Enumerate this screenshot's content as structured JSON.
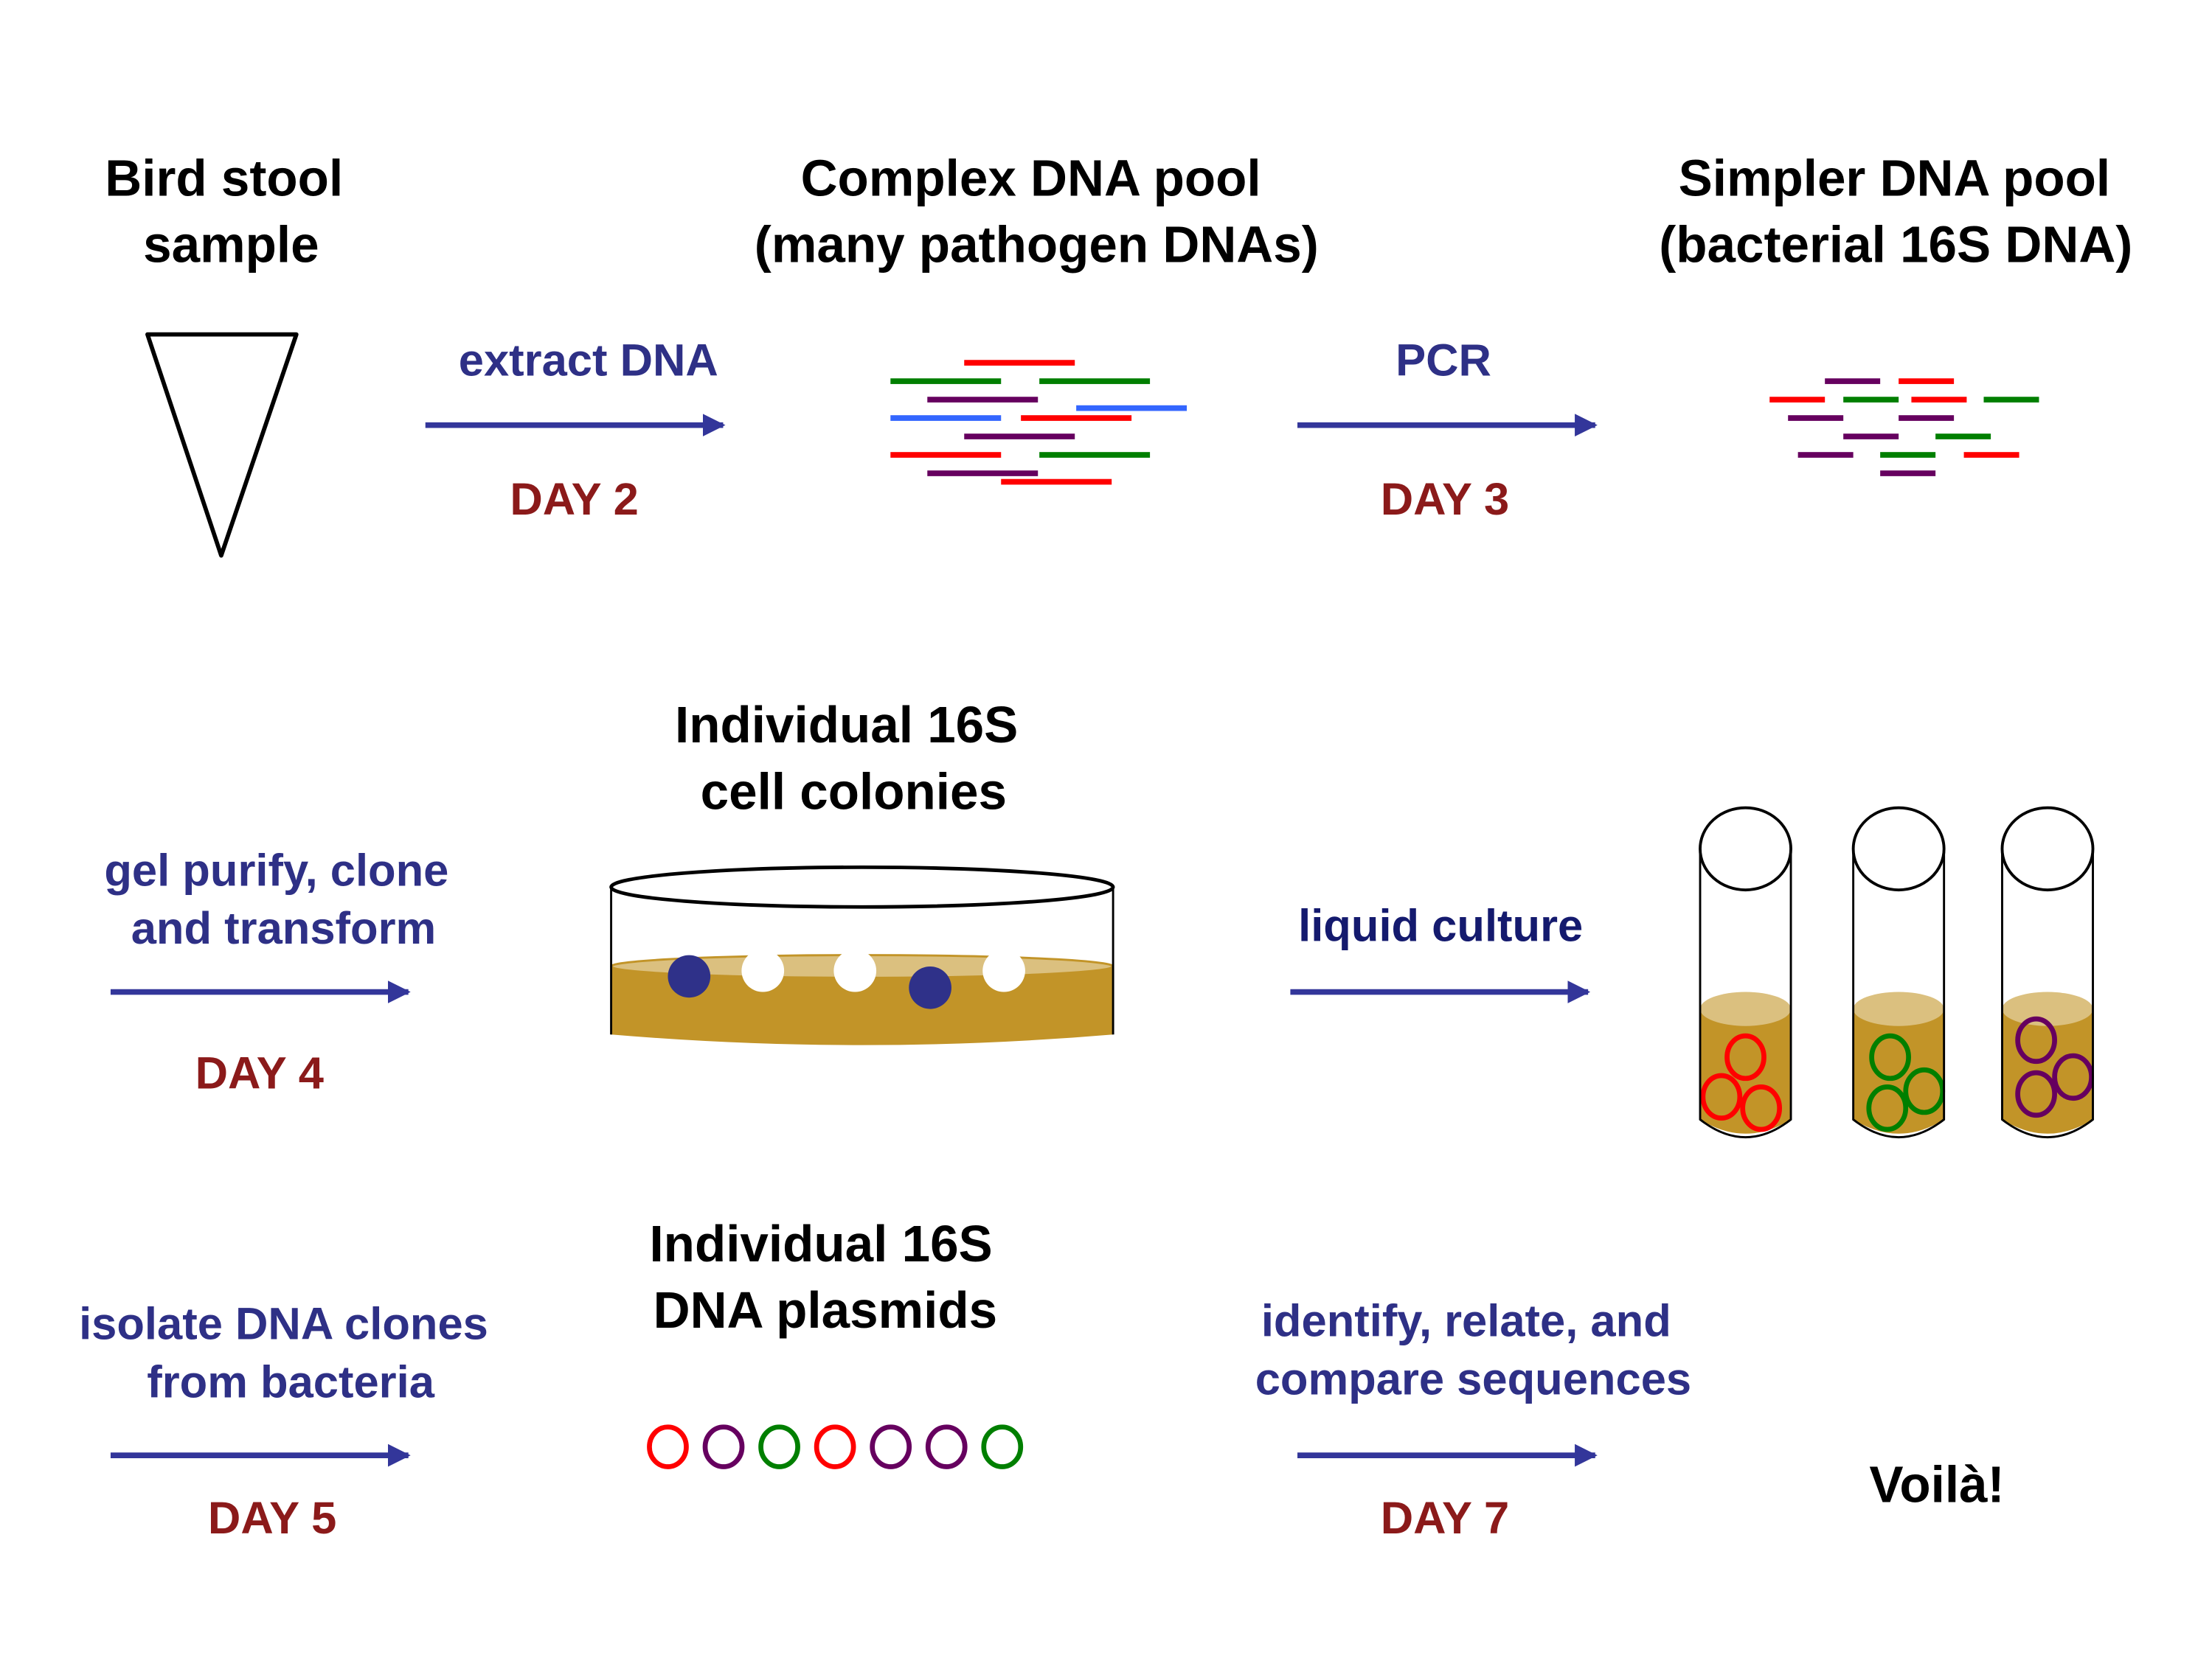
{
  "colors": {
    "title": "#000000",
    "step_label": "#2e3086",
    "step_label_dark": "#141a6e",
    "day_label": "#8b1a1a",
    "arrow": "#33369a",
    "red": "#ff0000",
    "green": "#007f00",
    "purple": "#66005f",
    "blue": "#3366ff",
    "agar": "#c29428",
    "agar_surface": "#dbc07f",
    "colony_blue": "#2f3189",
    "colony_white": "#ffffff"
  },
  "stages": {
    "bird_stool": {
      "line1": "Bird stool",
      "line2": "sample"
    },
    "complex_pool": {
      "line1": "Complex DNA pool",
      "line2": "(many pathogen DNAs)"
    },
    "simpler_pool": {
      "line1": "Simpler DNA pool",
      "line2": "(bacterial 16S DNA)"
    },
    "colonies": {
      "line1": "Individual 16S",
      "line2": "cell colonies"
    },
    "plasmids": {
      "line1": "Individual 16S",
      "line2": "DNA plasmids"
    },
    "result": {
      "label": "Voilà!"
    }
  },
  "steps": [
    {
      "label_lines": [
        "extract DNA"
      ],
      "day": "DAY 2"
    },
    {
      "label_lines": [
        "PCR"
      ],
      "day": "DAY 3"
    },
    {
      "label_lines": [
        "gel purify, clone",
        "and transform"
      ],
      "day": "DAY 4"
    },
    {
      "label_lines": [
        "liquid culture"
      ],
      "day": ""
    },
    {
      "label_lines": [
        "isolate DNA clones",
        "from bacteria"
      ],
      "day": "DAY 5"
    },
    {
      "label_lines": [
        "identify, relate, and",
        "compare sequences"
      ],
      "day": "DAY 7"
    }
  ],
  "complex_pool_fragments": [
    "red",
    "green",
    "green",
    "purple",
    "blue",
    "blue",
    "red",
    "purple",
    "red",
    "green",
    "purple",
    "red"
  ],
  "simpler_pool_fragments": [
    "purple",
    "red",
    "red",
    "green",
    "red",
    "green",
    "purple",
    "purple",
    "purple",
    "green",
    "purple",
    "green",
    "red",
    "purple"
  ],
  "colonies": [
    "blue",
    "white",
    "white",
    "blue",
    "white"
  ],
  "culture_tubes": [
    {
      "cell_color": "red",
      "cells": 3
    },
    {
      "cell_color": "green",
      "cells": 3
    },
    {
      "cell_color": "purple",
      "cells": 3
    }
  ],
  "plasmid_colors": [
    "red",
    "purple",
    "green",
    "red",
    "purple",
    "purple",
    "green"
  ]
}
